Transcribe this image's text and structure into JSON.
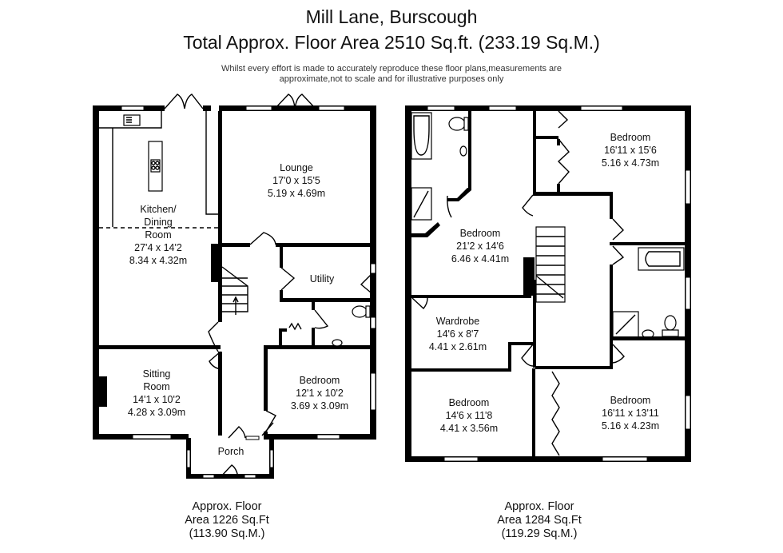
{
  "header": {
    "title": "Mill Lane, Burscough",
    "subtitle": "Total Approx. Floor Area 2510 Sq.ft. (233.19 Sq.M.)",
    "disclaimer_line1": "Whilst every effort is made to accurately reproduce these floor plans,measurements are",
    "disclaimer_line2": "approximate,not to scale and for illustrative purposes only"
  },
  "ground_floor": {
    "rooms": {
      "kitchen": {
        "l1": "Kitchen/",
        "l2": "Dining",
        "l3": "Room",
        "imperial": "27'4 x 14'2",
        "metric": "8.34 x 4.32m"
      },
      "lounge": {
        "name": "Lounge",
        "imperial": "17'0 x 15'5",
        "metric": "5.19 x 4.69m"
      },
      "utility": {
        "name": "Utility"
      },
      "sitting": {
        "l1": "Sitting",
        "l2": "Room",
        "imperial": "14'1 x 10'2",
        "metric": "4.28 x 3.09m"
      },
      "bedroom": {
        "name": "Bedroom",
        "imperial": "12'1 x 10'2",
        "metric": "3.69 x 3.09m"
      },
      "porch": {
        "name": "Porch"
      }
    },
    "area": {
      "line1": "Approx. Floor",
      "line2": "Area 1226 Sq.Ft",
      "line3": "(113.90 Sq.M.)"
    }
  },
  "first_floor": {
    "rooms": {
      "bedroom_large": {
        "name": "Bedroom",
        "imperial": "21'2 x 14'6",
        "metric": "6.46 x 4.41m"
      },
      "bedroom_top_right": {
        "name": "Bedroom",
        "imperial": "16'11 x 15'6",
        "metric": "5.16 x 4.73m"
      },
      "wardrobe": {
        "name": "Wardrobe",
        "imperial": "14'6 x 8'7",
        "metric": "4.41 x 2.61m"
      },
      "bedroom_bottom_left": {
        "name": "Bedroom",
        "imperial": "14'6 x 11'8",
        "metric": "4.41 x 3.56m"
      },
      "bedroom_bottom_right": {
        "name": "Bedroom",
        "imperial": "16'11 x 13'11",
        "metric": "5.16 x 4.23m"
      }
    },
    "area": {
      "line1": "Approx. Floor",
      "line2": "Area 1284 Sq.Ft",
      "line3": "(119.29 Sq.M.)"
    }
  },
  "colors": {
    "wall": "#000000",
    "background": "#ffffff",
    "text": "#111111"
  }
}
